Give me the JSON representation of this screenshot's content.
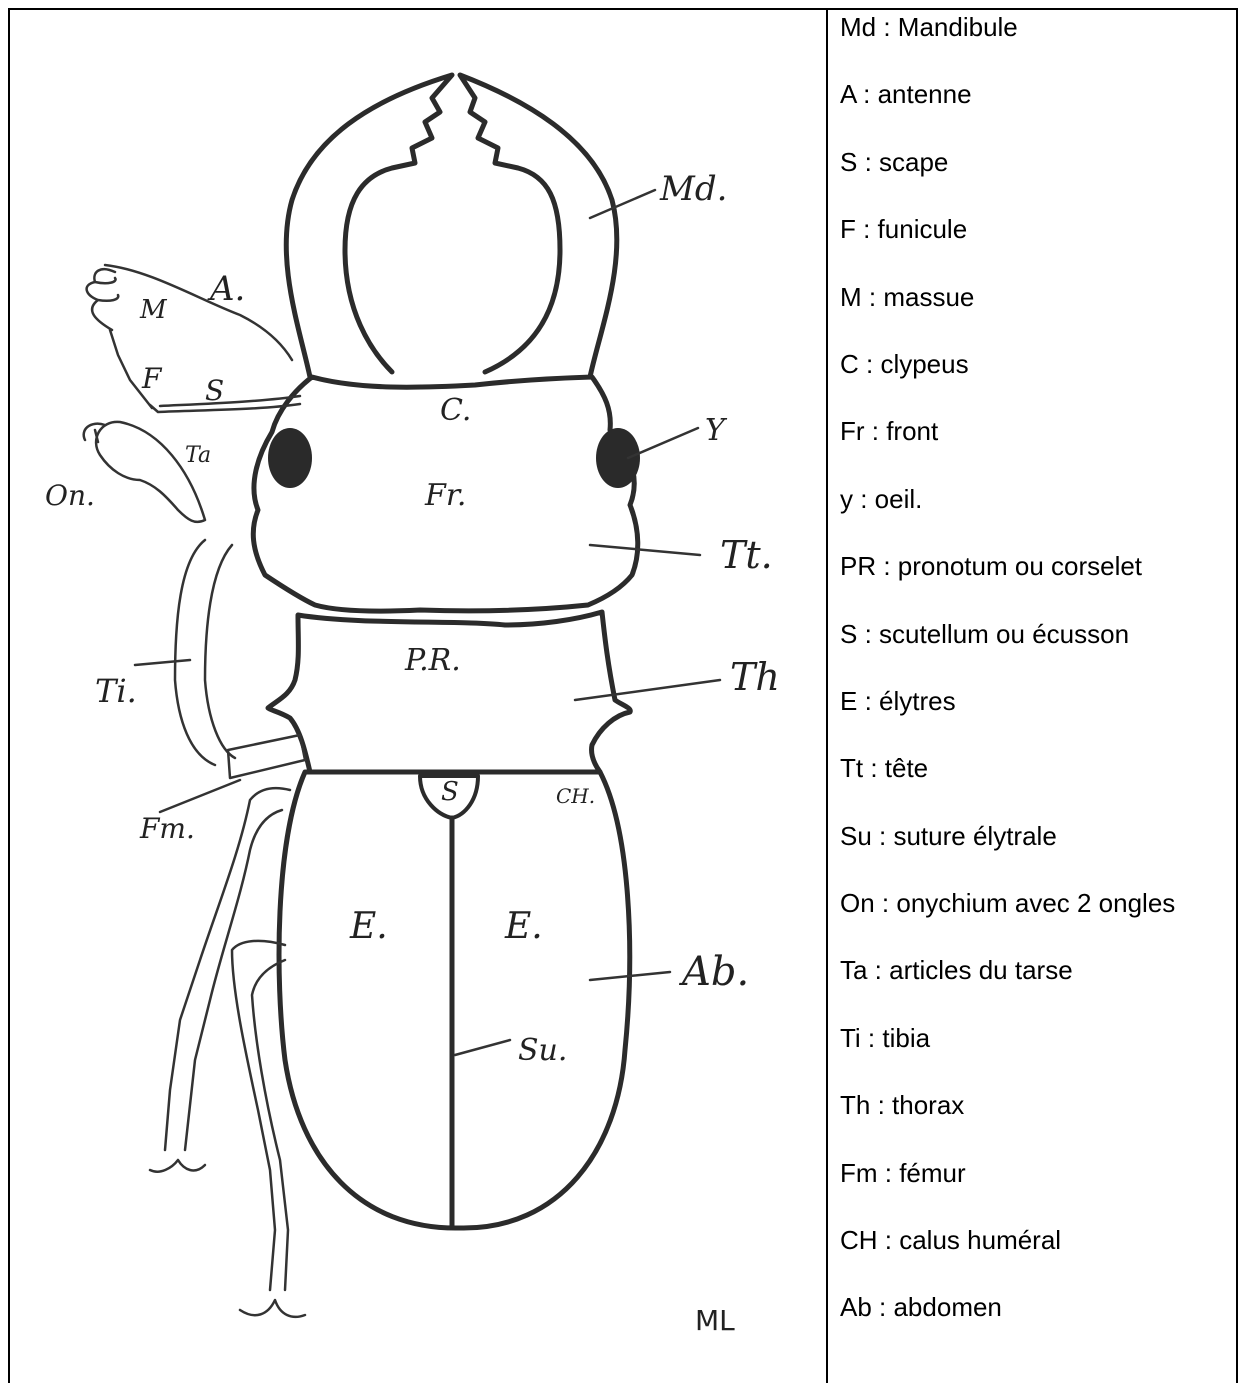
{
  "diagram": {
    "labels": {
      "md": "Md.",
      "a": "A.",
      "m": "M",
      "f": "F",
      "s_scape": "S",
      "c": "C.",
      "y": "Y",
      "ta": "Ta",
      "on": "On.",
      "fr": "Fr.",
      "tt": "Tt.",
      "pr": "P.R.",
      "th": "Th",
      "ti": "Ti.",
      "s_scutellum": "S",
      "ch": "CH.",
      "fm": "Fm.",
      "e_left": "E.",
      "e_right": "E.",
      "ab": "Ab.",
      "su": "Su.",
      "signature": "ML"
    }
  },
  "legend": [
    "Md : Mandibule",
    "A : antenne",
    "S : scape",
    "F : funicule",
    "M : massue",
    "C : clypeus",
    "Fr : front",
    "y : oeil.",
    "PR : pronotum ou corselet",
    "S : scutellum ou écusson",
    "E : élytres",
    "Tt : tête",
    "Su : suture élytrale",
    "On : onychium avec 2 ongles",
    "Ta : articles du tarse",
    "Ti : tibia",
    "Th : thorax",
    "Fm : fémur",
    "CH : calus huméral",
    "Ab : abdomen"
  ]
}
